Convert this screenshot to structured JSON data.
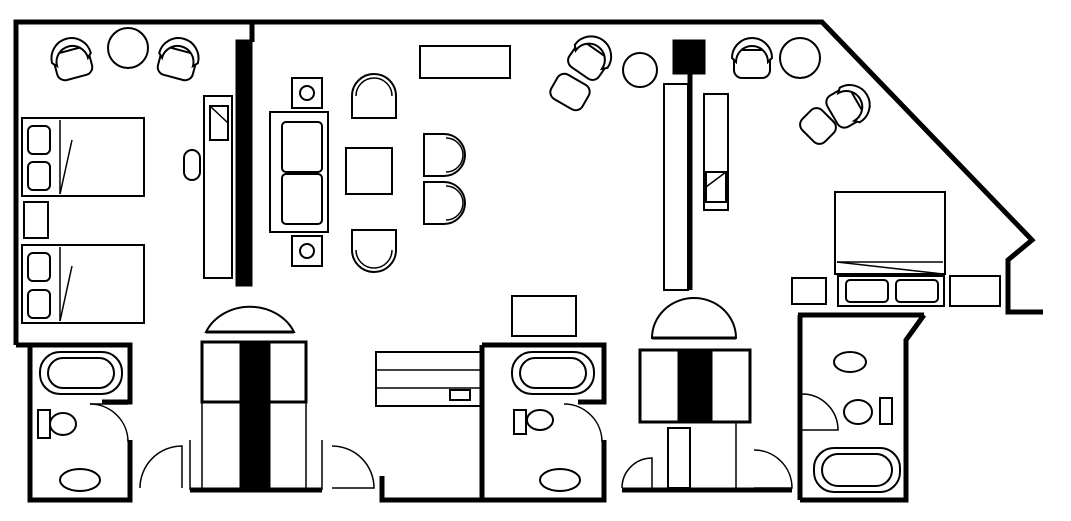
{
  "diagram": {
    "type": "floor-plan",
    "rooms": [
      "bedroom-two-beds",
      "living-room",
      "bedroom-one-bed"
    ],
    "colors": {
      "line": "#000000",
      "background": "#ffffff"
    }
  }
}
